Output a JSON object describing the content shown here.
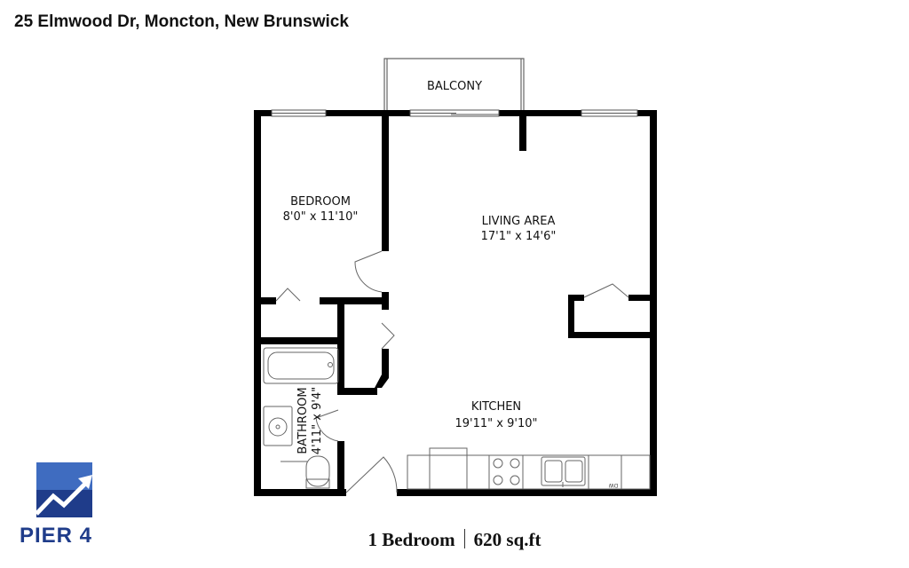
{
  "header": {
    "address": "25 Elmwood Dr, Moncton, New Brunswick"
  },
  "rooms": {
    "balcony": {
      "name": "BALCONY"
    },
    "bedroom": {
      "name": "BEDROOM",
      "size": "8'0\" x 11'10\""
    },
    "living": {
      "name": "LIVING AREA",
      "size": "17'1\" x 14'6\""
    },
    "kitchen": {
      "name": "KITCHEN",
      "size": "19'11\" x 9'10\""
    },
    "bathroom": {
      "name": "BATHROOM",
      "size": "4'11\" x 9'4\""
    }
  },
  "appliance": {
    "dw": "DW"
  },
  "brand": {
    "name": "PIER 4",
    "colors": {
      "navy": "#1f3c8a",
      "light": "#3f6cc0"
    }
  },
  "footer": {
    "unit_type": "1 Bedroom",
    "area": "620 sq.ft"
  },
  "colors": {
    "wall": "#000000",
    "fixture": "#666666"
  }
}
